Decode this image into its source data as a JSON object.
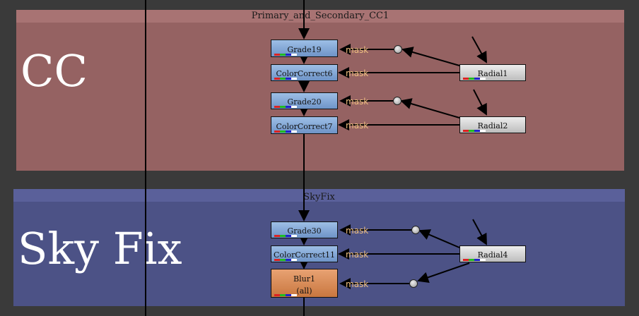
{
  "backdrops": {
    "cc": {
      "title": "Primary_and_Secondary_CC1",
      "big_label": "CC",
      "color": "#956262"
    },
    "sky": {
      "title": "SkyFix",
      "big_label": "Sky Fix",
      "color": "#4c5286"
    }
  },
  "nodes": {
    "grade19": "Grade19",
    "colorcorrect6": "ColorCorrect6",
    "grade20": "Grade20",
    "colorcorrect7": "ColorCorrect7",
    "radial1": "Radial1",
    "radial2": "Radial2",
    "grade30": "Grade30",
    "colorcorrect11": "ColorCorrect11",
    "blur1": "Blur1",
    "blur1_sub": "(all)",
    "radial4": "Radial4"
  },
  "mask_label": "mask",
  "colors": {
    "node_blue": "#86a9d8",
    "node_gray": "#d8d8d8",
    "node_orange": "#d98a55",
    "mask_text": "#f0c080"
  }
}
